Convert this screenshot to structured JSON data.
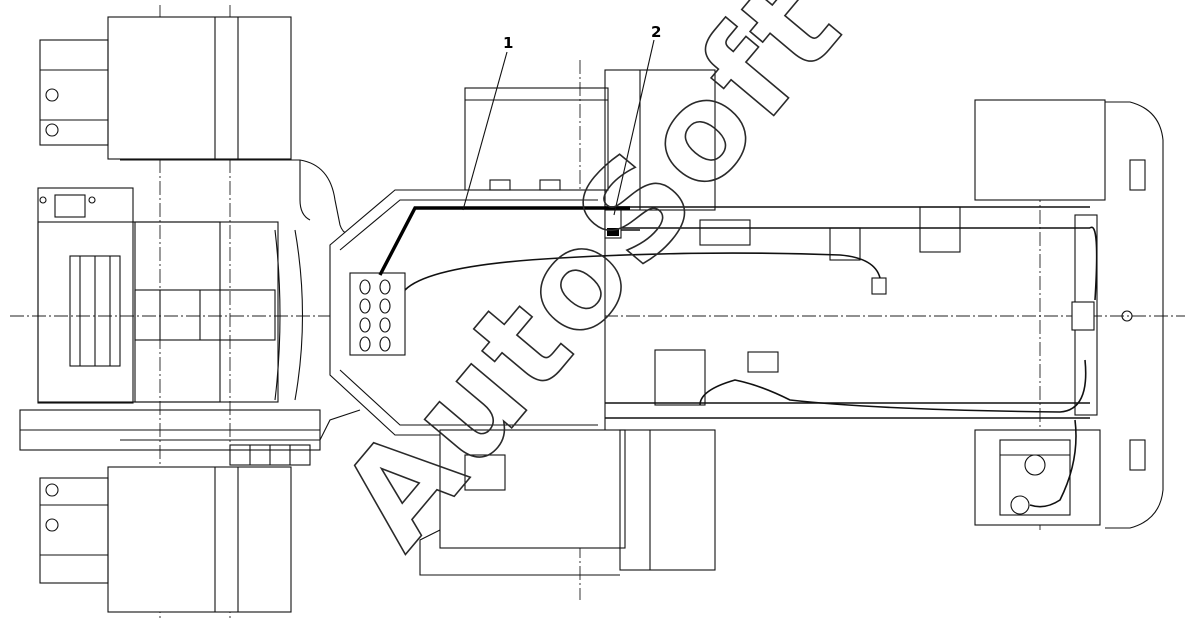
{
  "callouts": [
    {
      "label": "1"
    },
    {
      "label": "2"
    }
  ],
  "watermark": {
    "text": "AutoSoft"
  },
  "colors": {
    "line": "#111111",
    "background": "#ffffff"
  }
}
